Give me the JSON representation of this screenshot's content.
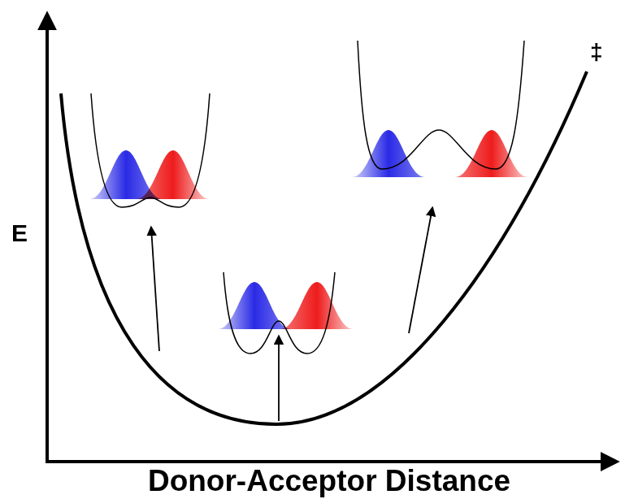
{
  "diagram": {
    "labels": [
      "E",
      "Donor-Acceptor Distance",
      "‡"
    ]
  }
}
